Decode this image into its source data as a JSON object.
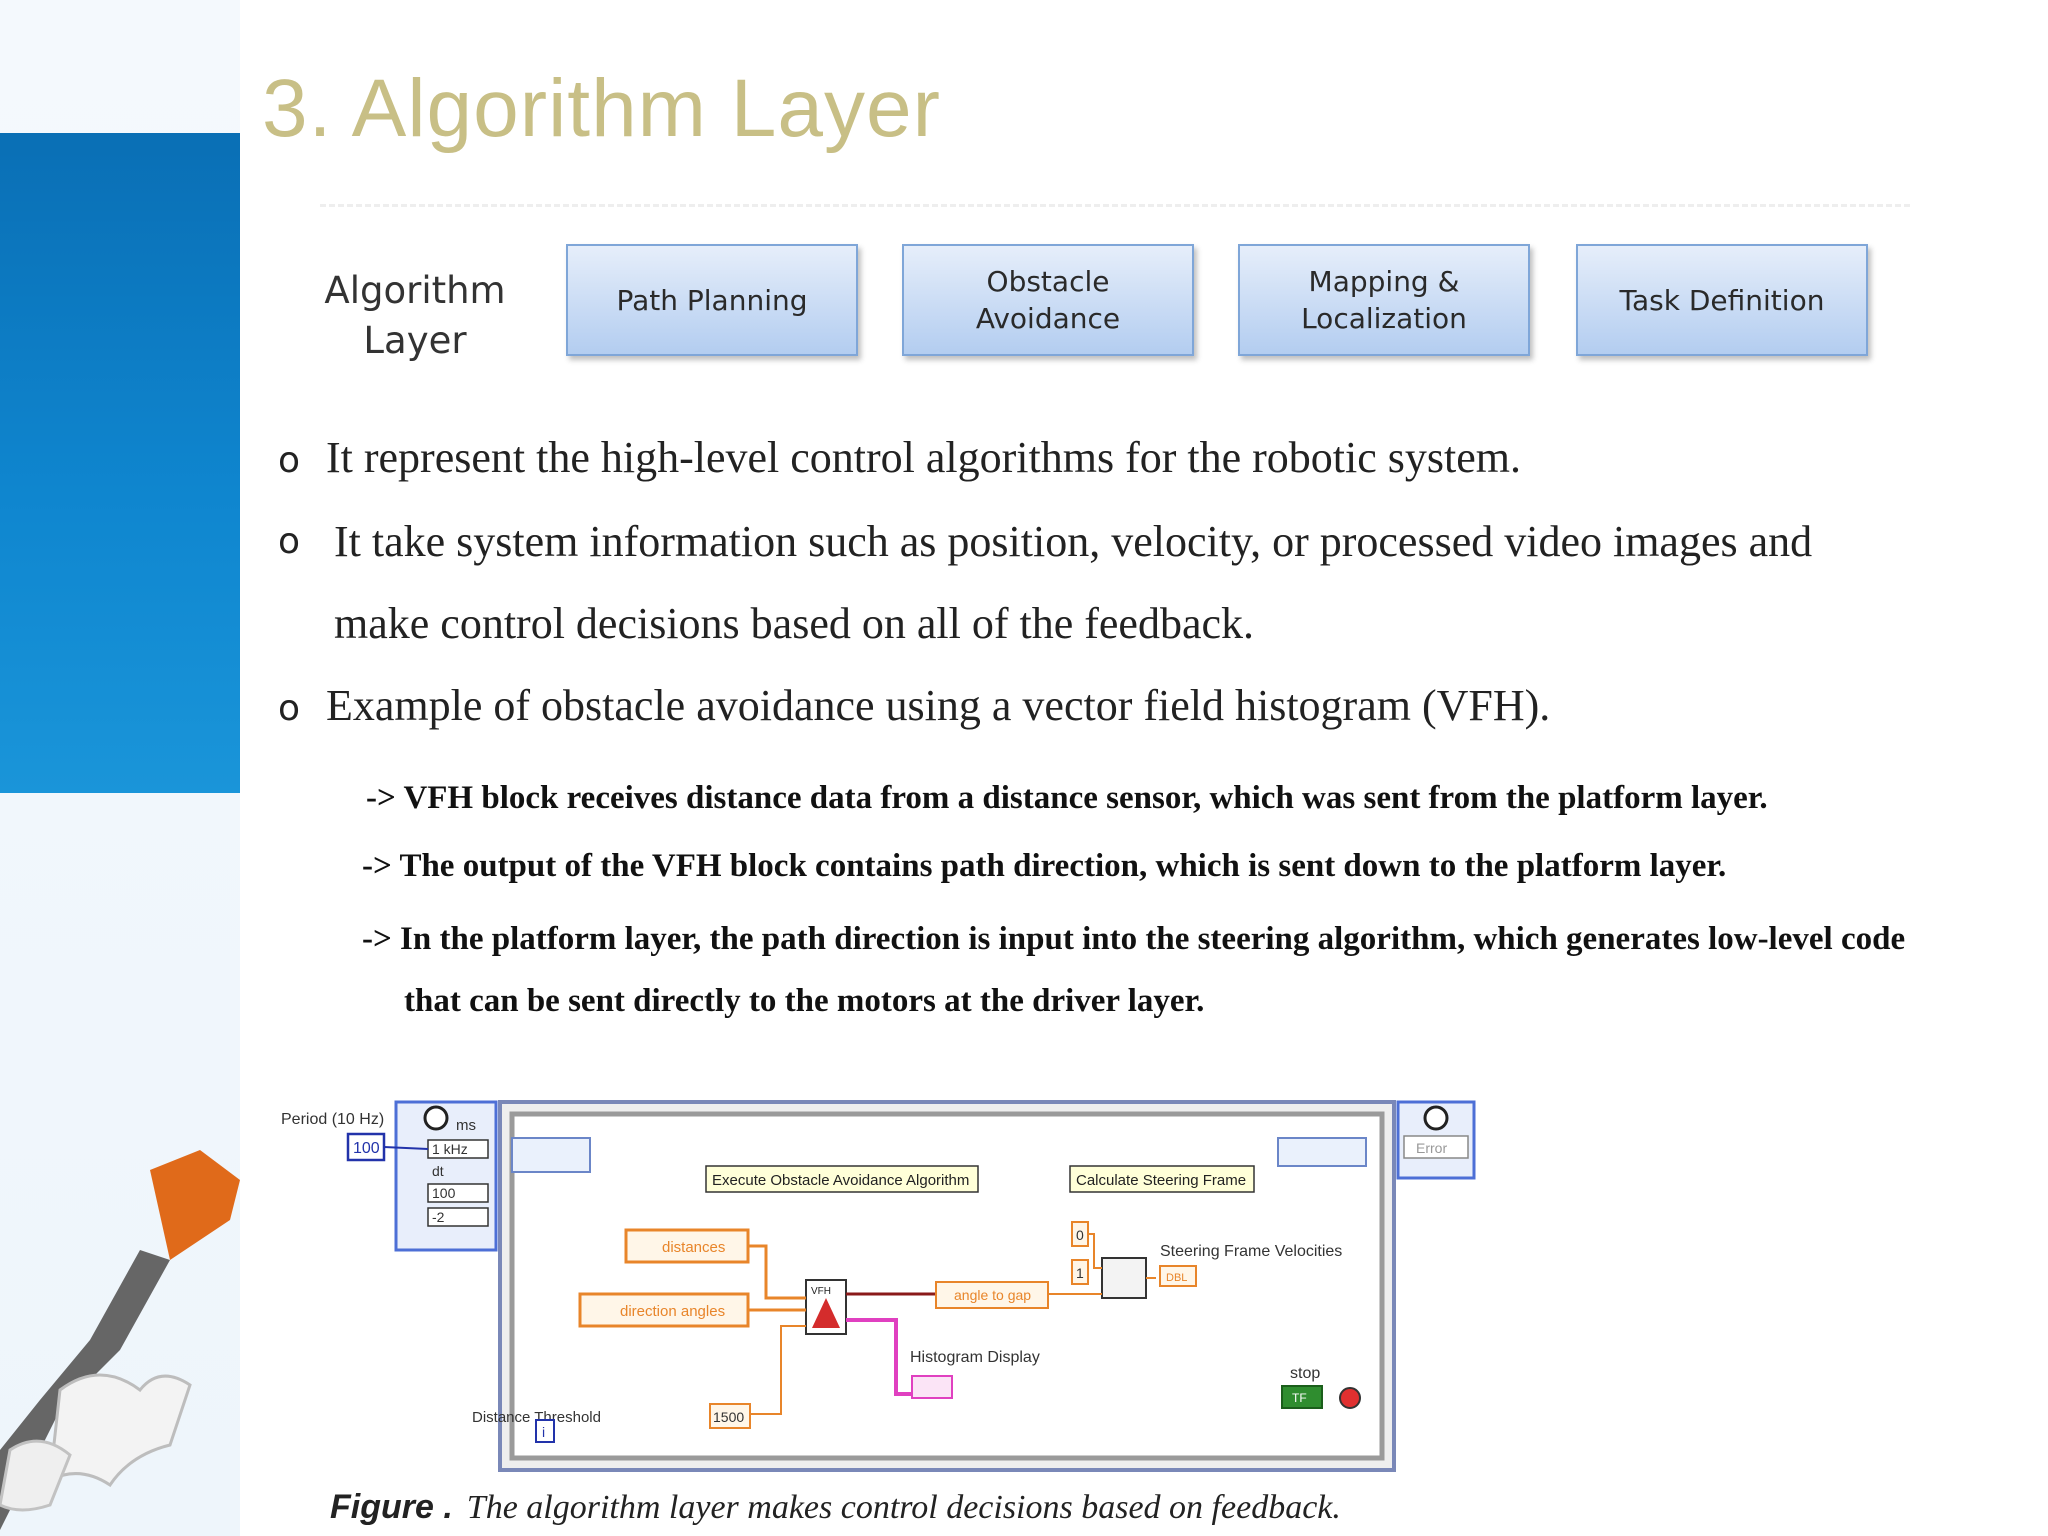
{
  "slide": {
    "title": "3. Algorithm Layer",
    "layer_label": "Algorithm Layer",
    "layer_boxes": [
      "Path Planning",
      "Obstacle Avoidance",
      "Mapping & Localization",
      "Task Definition"
    ]
  },
  "bullets": [
    "It represent the high-level control algorithms for the robotic system.",
    "It take system information such as position, velocity, or processed video images and make control decisions based on all of the feedback.",
    "Example of obstacle avoidance using a vector field histogram (VFH)."
  ],
  "bullet_marker": "o",
  "sub_points": [
    "-> VFH block receives distance data from a distance sensor, which was sent from the platform layer.",
    "-> The output of the VFH block contains path direction, which is sent down to the platform layer.",
    "-> In the platform layer, the path direction is input into the steering algorithm, which generates low-level  code that can be sent directly to the motors at the driver layer."
  ],
  "diagram": {
    "period_label": "Period (10 Hz)",
    "period_value": "100",
    "timer_unit": "ms",
    "timer_rate": "1 kHz",
    "timer_dt": "dt",
    "timer_100": "100",
    "timer_neg2": "-2",
    "exec_label": "Execute Obstacle Avoidance Algorithm",
    "calc_label": "Calculate Steering Frame",
    "distances": "distances",
    "direction_angles": "direction angles",
    "vfh": "VFH",
    "angle_to_gap": "angle to gap",
    "histogram_display": "Histogram Display",
    "distance_threshold": "Distance Threshold",
    "distance_threshold_value": "1500",
    "steering_velocities": "Steering Frame Velocities",
    "const_0": "0",
    "const_1": "1",
    "dbl": "DBL",
    "stop": "stop",
    "tf": "TF",
    "error": "Error",
    "iter": "i"
  },
  "caption": {
    "label": "Figure .",
    "text": "The algorithm layer makes control decisions based on feedback."
  },
  "colors": {
    "title": "#c8bf86",
    "blue_bar": "#0f86cf",
    "box_border": "#7fa6d8",
    "wire_orange": "#e8852a",
    "wire_pink": "#e040c0"
  }
}
